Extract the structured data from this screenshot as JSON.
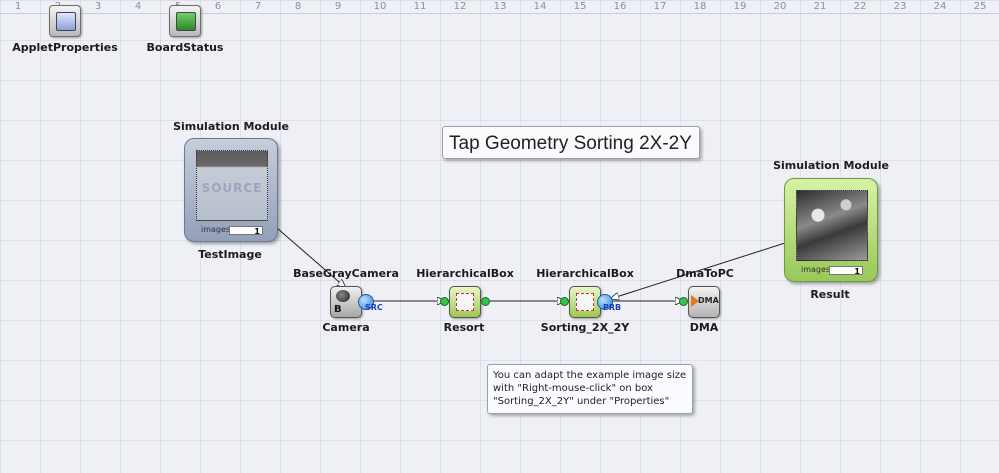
{
  "ruler": [
    "1",
    "2",
    "3",
    "4",
    "5",
    "6",
    "7",
    "8",
    "9",
    "10",
    "11",
    "12",
    "13",
    "14",
    "15",
    "16",
    "17",
    "18",
    "19",
    "20",
    "21",
    "22",
    "23",
    "24",
    "25"
  ],
  "toolbar_icons": [
    {
      "label": "AppletProperties",
      "icon": "applet-properties-icon"
    },
    {
      "label": "BoardStatus",
      "icon": "board-status-icon"
    }
  ],
  "title": "Tap Geometry Sorting 2X-2Y",
  "note": "You can adapt the example image size with \"Right-mouse-click\" on box \"Sorting_2X_2Y\" under \"Properties\"",
  "sim_source": {
    "header": "Simulation Module",
    "caption": "TestImage",
    "overlay": "SOURCE",
    "images_label": "images #",
    "count": "1",
    "color": "#a9b4c8"
  },
  "sim_result": {
    "header": "Simulation Module",
    "caption": "Result",
    "images_label": "images #",
    "count": "1",
    "color": "#b6dc7a"
  },
  "nodes": [
    {
      "type": "BaseGrayCamera",
      "name": "Camera",
      "badge": "B",
      "port": "SRC"
    },
    {
      "type": "HierarchicalBox",
      "name": "Resort"
    },
    {
      "type": "HierarchicalBox",
      "name": "Sorting_2X_2Y",
      "port": "PRB"
    },
    {
      "type": "DmaToPC",
      "name": "DMA",
      "badge": "DMA"
    }
  ]
}
